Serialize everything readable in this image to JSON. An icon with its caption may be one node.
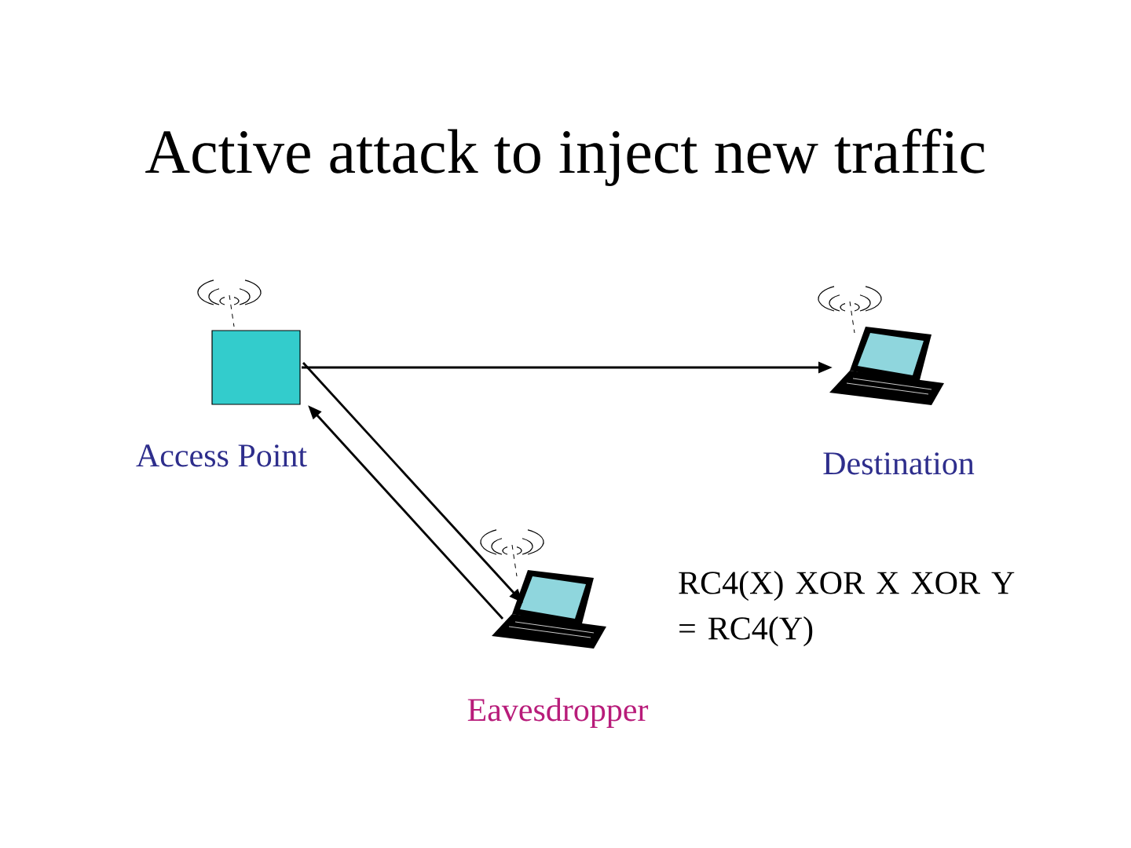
{
  "diagram": {
    "title": "Active attack to inject new traffic",
    "nodes": [
      {
        "text": [
          "Access Point"
        ]
      },
      {
        "text": [
          "Destination"
        ]
      },
      {
        "text": [
          "Eavesdropper"
        ]
      }
    ],
    "edges": [
      {
        "from": 0,
        "to": 1,
        "arrow": "to"
      },
      {
        "from": 0,
        "to": 2,
        "arrow": "to"
      },
      {
        "from": 2,
        "to": 0,
        "arrow": "to"
      }
    ],
    "labels": [
      "RC4(X) XOR X XOR Y = RC4(Y)"
    ]
  }
}
